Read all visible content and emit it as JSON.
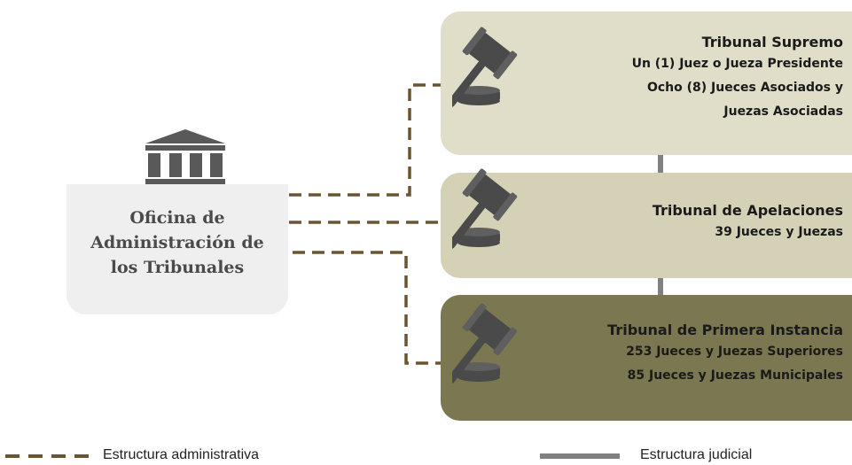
{
  "office": {
    "line1": "Oficina de",
    "line2": "Administración de",
    "line3": "los Tribunales",
    "icon": "courthouse-icon"
  },
  "courts": [
    {
      "title": "Tribunal Supremo",
      "lines": [
        "Un (1) Juez o Jueza Presidente",
        "Ocho (8) Jueces  Asociados y",
        "Juezas Asociadas"
      ],
      "color": "#e0ddc9",
      "icon": "gavel-icon"
    },
    {
      "title": "Tribunal de Apelaciones",
      "lines": [
        "39 Jueces y Juezas"
      ],
      "color": "#d4d1b6",
      "icon": "gavel-icon"
    },
    {
      "title": "Tribunal de Primera Instancia",
      "lines": [
        "253 Jueces y Juezas Superiores",
        "85 Jueces y Juezas Municipales"
      ],
      "color": "#7b7751",
      "icon": "gavel-icon"
    }
  ],
  "legend": {
    "administrative": "Estructura administrativa",
    "judicial": "Estructura judicial"
  },
  "colors": {
    "dashed_connector": "#6b5531",
    "judicial_connector": "#808080",
    "office_bg": "#efefef",
    "gavel": "#4a4a4a"
  }
}
